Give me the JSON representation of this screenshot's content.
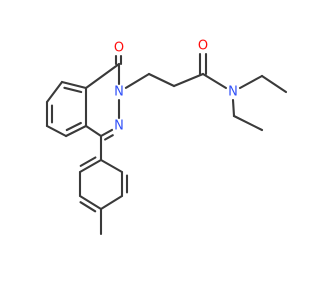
{
  "colors": {
    "bond": "#3a3a3a",
    "background": "#ffffff",
    "oxygen": "#ff0d0d",
    "nitrogen": "#3050f8"
  },
  "atoms": {
    "o_ring": "O",
    "o_amide": "O",
    "n_ring_1": "N",
    "n_ring_2": "N",
    "n_amide": "N"
  }
}
